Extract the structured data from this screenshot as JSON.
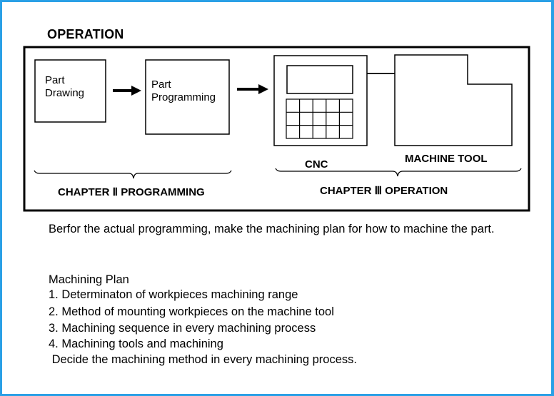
{
  "title": "OPERATION",
  "diagram": {
    "part_drawing": "Part\nDrawing",
    "part_programming": "Part\nProgramming",
    "cnc": "CNC",
    "machine_tool": "MACHINE TOOL",
    "chapter_programming": "CHAPTER Ⅱ PROGRAMMING",
    "chapter_operation": "CHAPTER Ⅲ OPERATION"
  },
  "intro": "Berfor the actual programming, make the machining plan for how to machine the part.",
  "plan_heading": "Machining Plan",
  "plan_items": [
    "1. Determinaton of workpieces machining range",
    "2. Method of mounting workpieces on the machine tool",
    "3. Machining sequence in every machining process",
    "4. Machining tools and machining"
  ],
  "closing": " Decide the machining method in every machining process."
}
